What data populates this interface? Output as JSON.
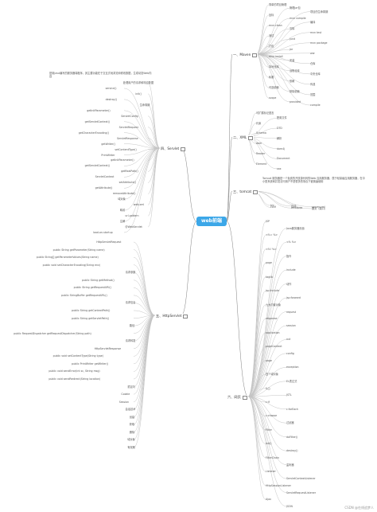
{
  "center": {
    "label": "web前端"
  },
  "branches": [
    {
      "id": "b1",
      "label": "一、Maven"
    },
    {
      "id": "b2",
      "label": "二、XML"
    },
    {
      "id": "b3",
      "label": "三、tomcat"
    },
    {
      "id": "b4",
      "label": "四、Servlet"
    },
    {
      "id": "b5",
      "label": "五、HttpServlet"
    },
    {
      "id": "b6",
      "label": "六、网页"
    }
  ],
  "maven": {
    "leaves": [
      "简单的项目管理",
      "管理jar包",
      "项目的生命周期",
      "坐标",
      "mvn compile",
      "编译",
      "mvn clean",
      "清除",
      "mvn test",
      "测试",
      "junit",
      "mvn package",
      "打包",
      "jar",
      "war",
      "mvn install",
      "安装",
      "仓库",
      "本地仓库",
      "远程仓库",
      "中央仓库",
      "私服",
      "依赖",
      "传递",
      "可选依赖",
      "排除依赖",
      "范围",
      "scope",
      "provided",
      "compile"
    ]
  },
  "xml": {
    "leaves": [
      "可扩展标记语言",
      "配置文件",
      "约束",
      "DTD",
      "Schema",
      "解析",
      "dom",
      "dom4j",
      "Reader",
      "Document",
      "Element",
      "sax"
    ]
  },
  "tomcat": {
    "description": "Tomcat 服务器是一个免费的开放源代码的Web 应用服务器，属于轻量级应用服务器，在中小型系统和并发访问用户不是很多的场合下被普遍使用",
    "leaves": [
      "bin",
      "启动",
      "server.xml",
      "conf",
      "webapps",
      "服务（端口）"
    ]
  },
  "servlet": {
    "description": "是用Java编写的服务器端程序，其主要功能在于交互式地浏览和修改数据，生成动态Web内容",
    "leaves": [
      "处理用户的请求和响应数据",
      "service()",
      "init()",
      "destroy()",
      "生命周期",
      "getInitParameter()",
      "ServletConfig",
      "getServletContext()",
      "ServletRequest",
      "getCharacterEncoding()",
      "ServletResponse",
      "getWriter()",
      "setContentType()",
      "PrintWriter",
      "getInitParameter()",
      "getServletContext()",
      "getRealPath()",
      "ServletContext",
      "setAttribute()",
      "getAttribute()",
      "removeAttribute()",
      "域对象",
      "web.xml",
      "映射",
      "url-pattern",
      "注解",
      "@WebServlet",
      "load-on-startup"
    ]
  },
  "httpservlet": {
    "leaves": [
      "HttpServletRequest",
      "public String getParameter(String name)",
      "public String[] getParameterValues(String name)",
      "public void setCharacterEncoding(String env)",
      "请求参数",
      "public String getMethod()",
      "public String getRequestURI()",
      "public StringBuffer getRequestURL()",
      "请求信息",
      "public String getContextPath()",
      "public String getServletPath()",
      "路径",
      "public RequestDispatcher getRequestDispatcher(String path)",
      "请求转发",
      "HttpServletResponse",
      "public void setContentType(String type)",
      "public PrintWriter getWriter()",
      "public void sendError(int sc, String msg)",
      "public void sendRedirect(String location)",
      "重定向",
      "Cookie",
      "Session",
      "会话技术",
      "创建",
      "获取",
      "删除",
      "域对象",
      "有效期"
    ]
  },
  "web": {
    "leaves": [
      "JSP",
      "Java服务器页面",
      "<%= %>",
      "<% %>",
      "<%! %>",
      "指令",
      "page",
      "include",
      "taglib",
      "动作",
      "jsp:include",
      "jsp:forward",
      "九大内置对象",
      "request",
      "response",
      "session",
      "application",
      "out",
      "pageContext",
      "config",
      "page",
      "exception",
      "四个域对象",
      "EL表达式",
      "${}",
      "JSTL",
      "c:if",
      "c:forEach",
      "c:choose",
      "过滤器",
      "Filter",
      "doFilter()",
      "init()",
      "destroy()",
      "FilterChain",
      "监听器",
      "Listener",
      "ServletContextListener",
      "HttpSessionListener",
      "ServletRequestListener",
      "Ajax",
      "JSON"
    ]
  },
  "watermark": "CSDN @在线追梦人"
}
